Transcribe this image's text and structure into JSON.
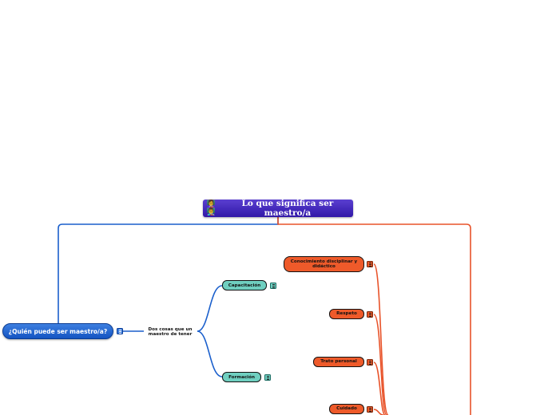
{
  "root": {
    "emoji": "👩‍🏫👨‍🏫",
    "title": "Lo que significa ser maestro/a"
  },
  "topics": {
    "quien": "¿Quién puede ser maestro/a?",
    "dos_cosas": "Dos cosas que un maestro de tener",
    "capacitacion": "Capacitación",
    "formacion": "Formación",
    "conocimiento": "Conocimiento disciplinar y didáctico",
    "respeto": "Respeto",
    "trato": "Trato personal",
    "cuidado": "Cuidado"
  },
  "icons": {
    "note": "notes-icon"
  },
  "colors": {
    "root": "#3a1fb8",
    "blue_branch": "#1a5fcc",
    "orange_branch": "#e8532a",
    "teal_node": "#6fcfc0",
    "orange_node": "#ee5a2a"
  }
}
